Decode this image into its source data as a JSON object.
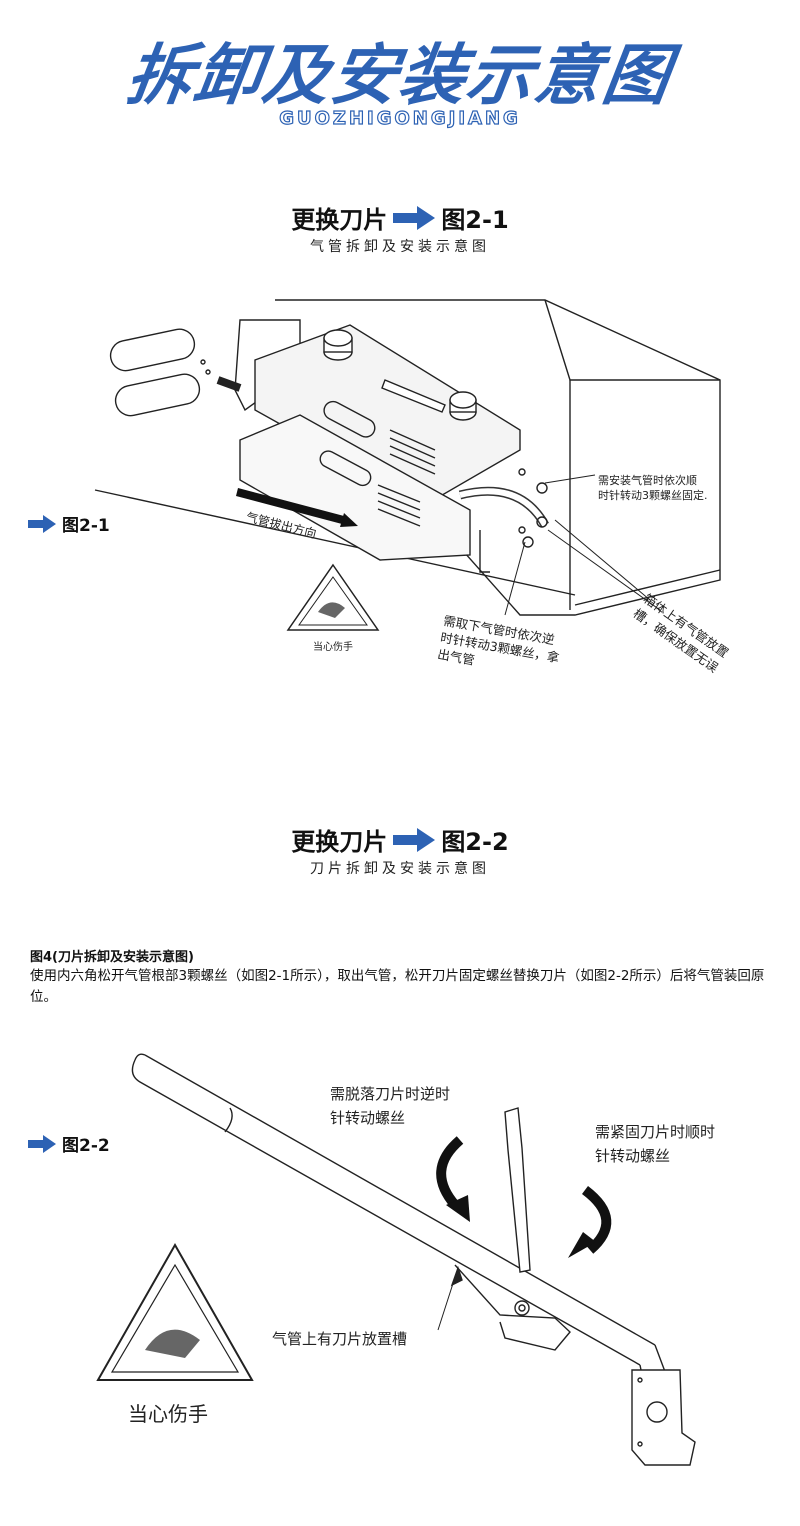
{
  "banner": {
    "title": "拆卸及安装示意图",
    "subtitle": "GUOZHIGONGJIANG"
  },
  "colors": {
    "accent": "#2d62b4",
    "line": "#222222"
  },
  "section1": {
    "head_left": "更换刀片",
    "head_right": "图2-1",
    "sub": "气管拆卸及安装示意图",
    "fig_label": "图2-1",
    "notes": {
      "install": "需安装气管时依次顺\n时针转动3颗螺丝固定.",
      "direction": "气管拔出方向",
      "remove": "需取下气管时依次逆\n时针转动3颗螺丝，拿\n出气管",
      "slot": "箱体上有气管放置\n槽，确保放置无误",
      "warning": "当心伤手"
    }
  },
  "section2": {
    "head_left": "更换刀片",
    "head_right": "图2-2",
    "sub": "刀片拆卸及安装示意图",
    "fig_label": "图2-2",
    "desc_title": "图4(刀片拆卸及安装示意图)",
    "desc_body": "使用内六角松开气管根部3颗螺丝（如图2-1所示），取出气管，松开刀片固定螺丝替换刀片（如图2-2所示）后将气管装回原位。",
    "notes": {
      "ccw": "需脱落刀片时逆时\n针转动螺丝",
      "cw": "需紧固刀片时顺时\n针转动螺丝",
      "slot": "气管上有刀片放置槽",
      "warning": "当心伤手"
    }
  }
}
